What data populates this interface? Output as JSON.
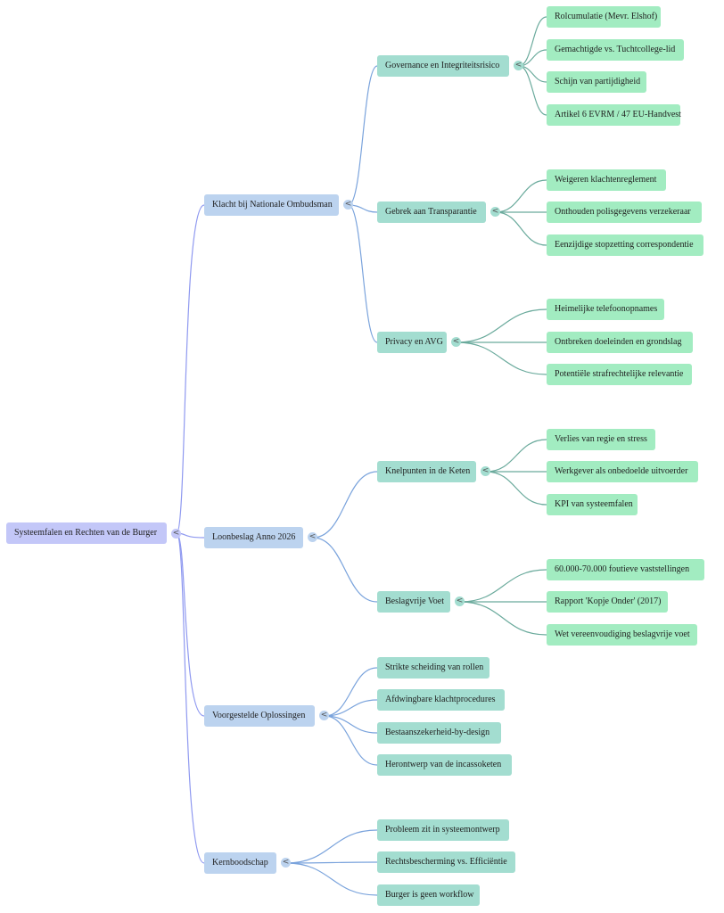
{
  "mindmap": {
    "root": {
      "label": "Systeemfalen en Rechten van de Burger",
      "children": [
        {
          "label": "Klacht bij Nationale Ombudsman",
          "children": [
            {
              "label": "Governance en Integriteitsrisico",
              "children": [
                {
                  "label": "Rolcumulatie (Mevr. Elshof)"
                },
                {
                  "label": "Gemachtigde vs. Tuchtcollege-lid"
                },
                {
                  "label": "Schijn van partijdigheid"
                },
                {
                  "label": "Artikel 6 EVRM / 47 EU-Handvest"
                }
              ]
            },
            {
              "label": "Gebrek aan Transparantie",
              "children": [
                {
                  "label": "Weigeren klachtenreglement"
                },
                {
                  "label": "Onthouden polisgegevens verzekeraar"
                },
                {
                  "label": "Eenzijdige stopzetting correspondentie"
                }
              ]
            },
            {
              "label": "Privacy en AVG",
              "children": [
                {
                  "label": "Heimelijke telefoonopnames"
                },
                {
                  "label": "Ontbreken doeleinden en grondslag"
                },
                {
                  "label": "Potentiële strafrechtelijke relevantie"
                }
              ]
            }
          ]
        },
        {
          "label": "Loonbeslag Anno 2026",
          "children": [
            {
              "label": "Knelpunten in de Keten",
              "children": [
                {
                  "label": "Verlies van regie en stress"
                },
                {
                  "label": "Werkgever als onbedoelde uitvoerder"
                },
                {
                  "label": "KPI van systeemfalen"
                }
              ]
            },
            {
              "label": "Beslagvrije Voet",
              "children": [
                {
                  "label": "60.000-70.000 foutieve vaststellingen"
                },
                {
                  "label": "Rapport 'Kopje Onder' (2017)"
                },
                {
                  "label": "Wet vereenvoudiging beslagvrije voet"
                }
              ]
            }
          ]
        },
        {
          "label": "Voorgestelde Oplossingen",
          "children": [
            {
              "label": "Strikte scheiding van rollen"
            },
            {
              "label": "Afdwingbare klachtprocedures"
            },
            {
              "label": "Bestaanszekerheid-by-design"
            },
            {
              "label": "Herontwerp van de incassoketen"
            }
          ]
        },
        {
          "label": "Kernboodschap",
          "children": [
            {
              "label": "Probleem zit in systeemontwerp"
            },
            {
              "label": "Rechtsbescherming vs. Efficiëntie"
            },
            {
              "label": "Burger is geen workflow"
            }
          ]
        }
      ]
    },
    "toggle_glyph": "<",
    "colors": {
      "root": "#c3c7f8",
      "level1": "#bcd3ef",
      "level2": "#a3ddd0",
      "level3": "#a2ecc1",
      "edge_root": "#8f99f0",
      "edge_level1": "#7aa3dc",
      "edge_level2": "#6aaa9c"
    }
  }
}
